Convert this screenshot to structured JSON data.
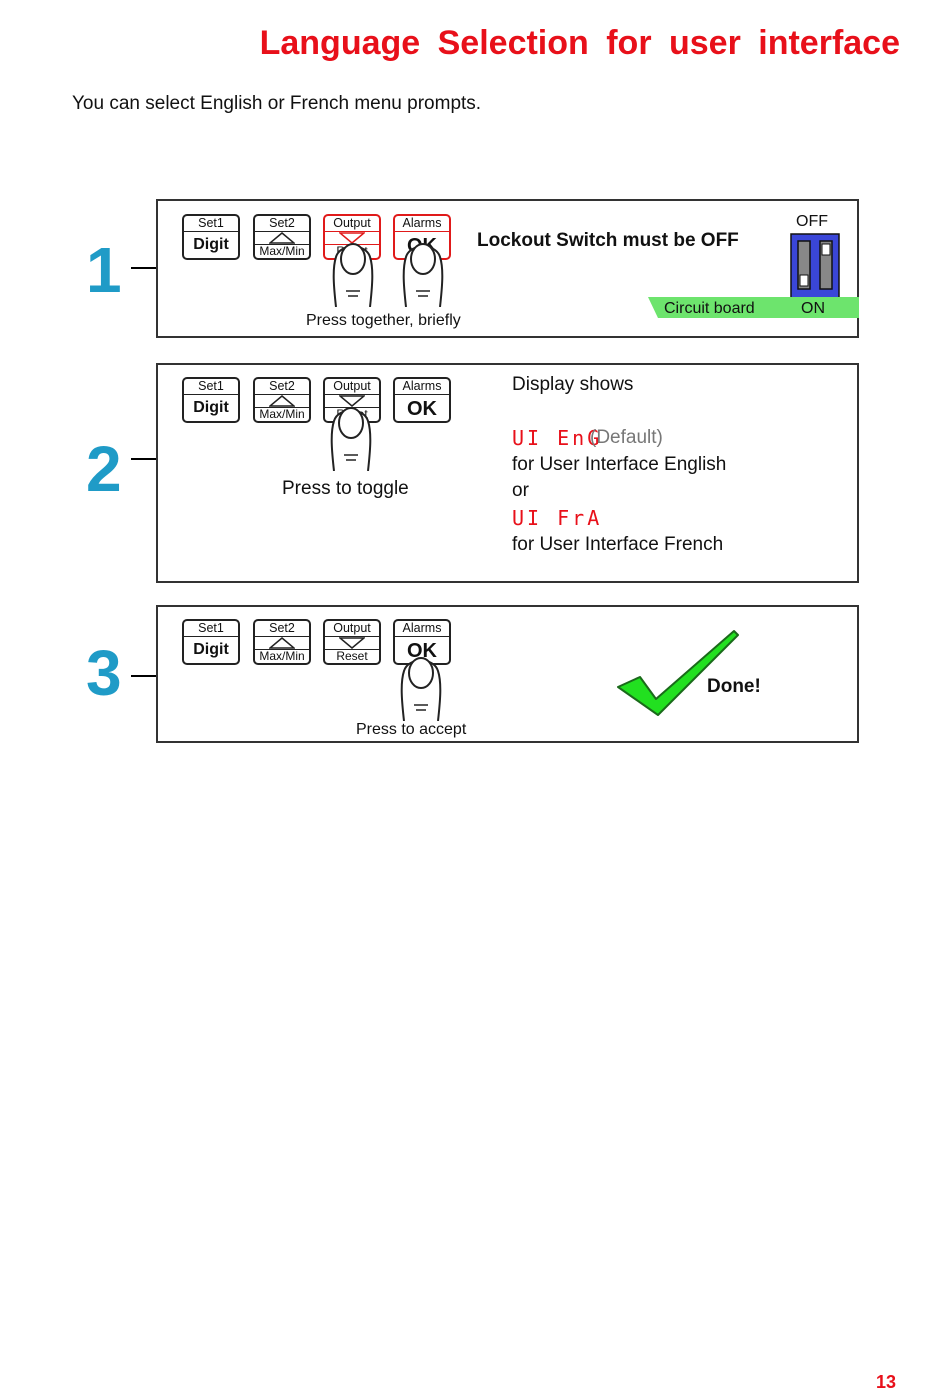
{
  "page": {
    "title": "Language Selection for user interface",
    "intro": "You can select English or French menu prompts.",
    "page_number": "13"
  },
  "keys": {
    "set1": "Set1",
    "digit": "Digit",
    "set2": "Set2",
    "maxmin": "Max/Min",
    "output": "Output",
    "reset": "Reset",
    "alarms": "Alarms",
    "ok": "OK"
  },
  "steps": [
    {
      "number": "1",
      "caption": "Press together, briefly",
      "message": "Lockout Switch must be OFF",
      "switch_off_label": "OFF",
      "switch_on_label": "ON",
      "circuit_board_label": "Circuit board",
      "colors": {
        "switch_body": "#3a46d8",
        "circuit_board": "#6de46d",
        "highlight": "#e01a1a"
      }
    },
    {
      "number": "2",
      "caption": "Press to toggle",
      "display_heading": "Display shows",
      "option_english_code": "UI EnG",
      "default_note": "(Default)",
      "option_english_desc": "for User Interface English",
      "or_text": "or",
      "option_french_code": "UI FrA",
      "option_french_desc": "for User Interface French"
    },
    {
      "number": "3",
      "caption": "Press to accept",
      "done_text": "Done!",
      "colors": {
        "checkmark": "#22e020"
      }
    }
  ],
  "colors": {
    "title": "#e8101a",
    "step_number": "#1f9bc7"
  }
}
